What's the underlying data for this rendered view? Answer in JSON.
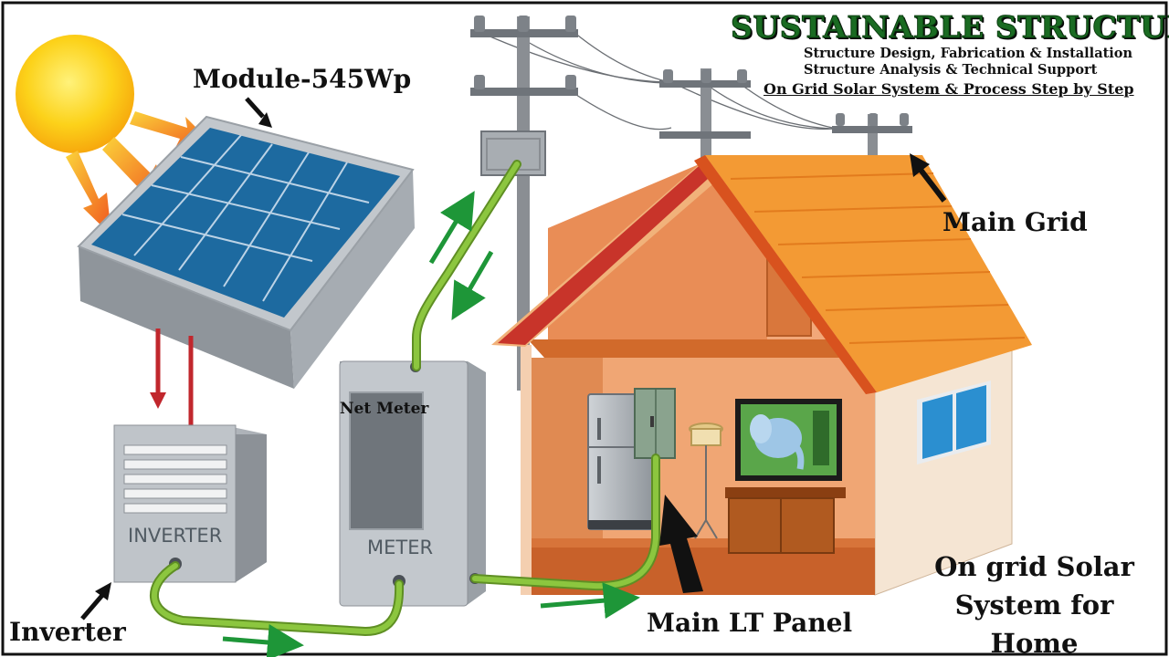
{
  "header": {
    "brand": "SUSTAINABLE STRUCTURE",
    "line1": "Structure Design, Fabrication & Installation",
    "line2": "Structure Analysis & Technical Support",
    "line3": "On Grid Solar System & Process Step by Step"
  },
  "labels": {
    "module": "Module-545Wp",
    "main_grid": "Main Grid",
    "inverter": "Inverter",
    "main_lt_panel": "Main LT Panel",
    "net_meter": "Net Meter",
    "inverter_box": "INVERTER",
    "meter_box": "METER"
  },
  "caption": {
    "line1": "On grid Solar",
    "line2": "System for",
    "line3": "Home"
  },
  "colors": {
    "brand_green": "#1a6b22",
    "roof_orange": "#f39a34",
    "wall_orange": "#ee9a5c",
    "cable_green": "#8cc63f",
    "flow_arrow_green": "#1e9638",
    "panel_blue": "#1d6aa0",
    "sun_yellow": "#fcd21a"
  }
}
